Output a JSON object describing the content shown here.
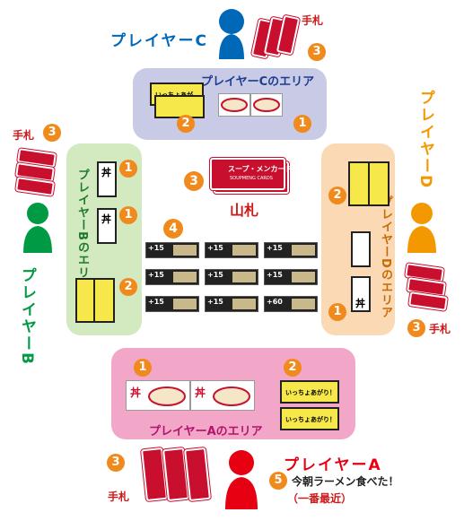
{
  "players": {
    "a": {
      "label": "プレイヤーA",
      "area": "プレイヤーAのエリア",
      "color": "#e60012"
    },
    "b": {
      "label": "プレイヤーB",
      "area": "プレイヤーBのエリア",
      "color": "#009944"
    },
    "c": {
      "label": "プレイヤーC",
      "area": "プレイヤーCのエリア",
      "color": "#0068b7"
    },
    "d": {
      "label": "プレイヤーD",
      "area": "プレイヤーDのエリア",
      "color": "#f39800"
    }
  },
  "hand_label": "手札",
  "deck_label": "山札",
  "deck_card_title": "スープ・メンカード",
  "deck_card_sub": "SOUPMENG CARDS",
  "note": {
    "line1": "今朝ラーメン食べた！",
    "line2": "（一番最近）"
  },
  "numbers": {
    "one": "1",
    "two": "2",
    "three": "3",
    "four": "4",
    "five": "5"
  },
  "soup_cards": [
    {
      "pts": "+15"
    },
    {
      "pts": "+15"
    },
    {
      "pts": "+15"
    },
    {
      "pts": "+15"
    },
    {
      "pts": "+15"
    },
    {
      "pts": "+15"
    },
    {
      "pts": "+15"
    },
    {
      "pts": "+15"
    },
    {
      "pts": "+60"
    }
  ],
  "card_texts": {
    "don": "丼",
    "iccho": "いっちょあがり！"
  },
  "colors": {
    "number_badge": "#f08a1c",
    "area_a": "#f2a7c9",
    "area_b": "#d3e9c0",
    "area_c": "#c9cbe6",
    "area_d": "#fbd9b5",
    "ramen_red": "#c8102e"
  }
}
